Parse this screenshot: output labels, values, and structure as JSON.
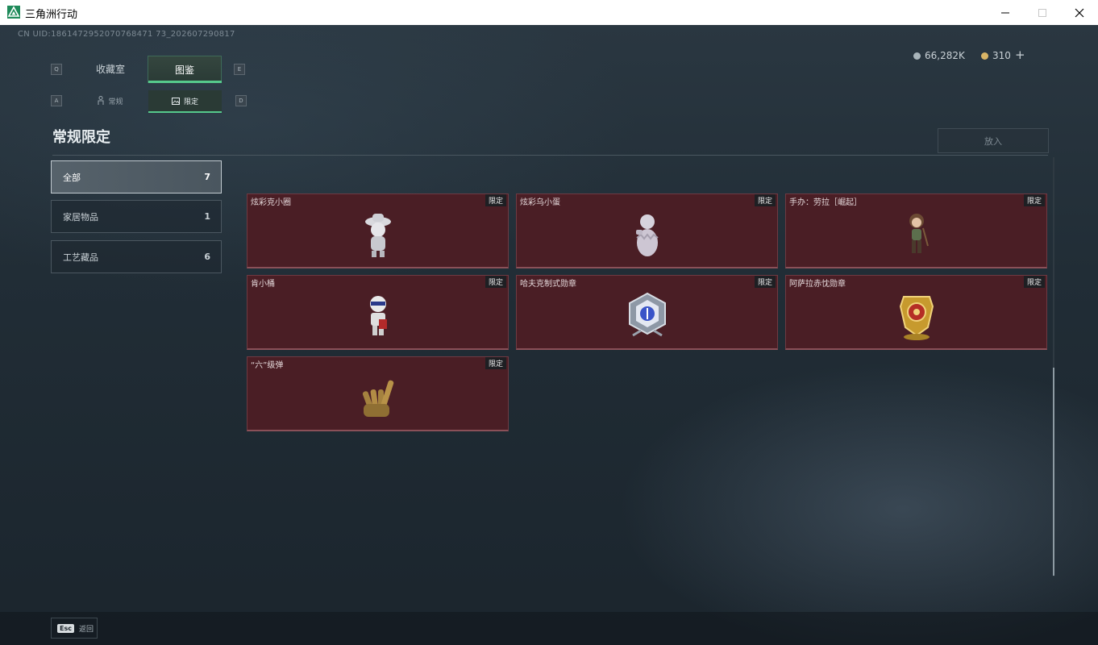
{
  "window": {
    "title": "三角洲行动"
  },
  "header": {
    "uid": "CN UID:1861472952070768471 73_202607290817",
    "currency": [
      {
        "icon": "silver-coin-icon",
        "value": "66,282K",
        "color": "#a8b4ba"
      },
      {
        "icon": "gold-coin-icon",
        "value": "310",
        "color": "#d8b466"
      }
    ],
    "add": "+"
  },
  "tabs": {
    "prev_key": "Q",
    "next_key": "E",
    "items": [
      {
        "label": "收藏室"
      },
      {
        "label": "图鉴"
      }
    ]
  },
  "subtabs": {
    "prev_key": "A",
    "next_key": "D",
    "items": [
      {
        "label": "常规"
      },
      {
        "label": "限定"
      }
    ]
  },
  "section": {
    "title": "常规限定",
    "place_button": "放入"
  },
  "categories": [
    {
      "label": "全部",
      "count": "7"
    },
    {
      "label": "家居物品",
      "count": "1"
    },
    {
      "label": "工艺藏品",
      "count": "6"
    }
  ],
  "items": [
    {
      "name": "炫彩克小圈",
      "badge": "限定"
    },
    {
      "name": "炫彩乌小蛋",
      "badge": "限定"
    },
    {
      "name": "手办：劳拉［崛起］",
      "badge": "限定"
    },
    {
      "name": "肯小桶",
      "badge": "限定"
    },
    {
      "name": "哈夫克制式勋章",
      "badge": "限定"
    },
    {
      "name": "阿萨拉赤忱勋章",
      "badge": "限定"
    },
    {
      "name": "“六”级弹",
      "badge": "限定"
    }
  ],
  "footer": {
    "esc_key": "Esc",
    "back_label": "返回"
  }
}
